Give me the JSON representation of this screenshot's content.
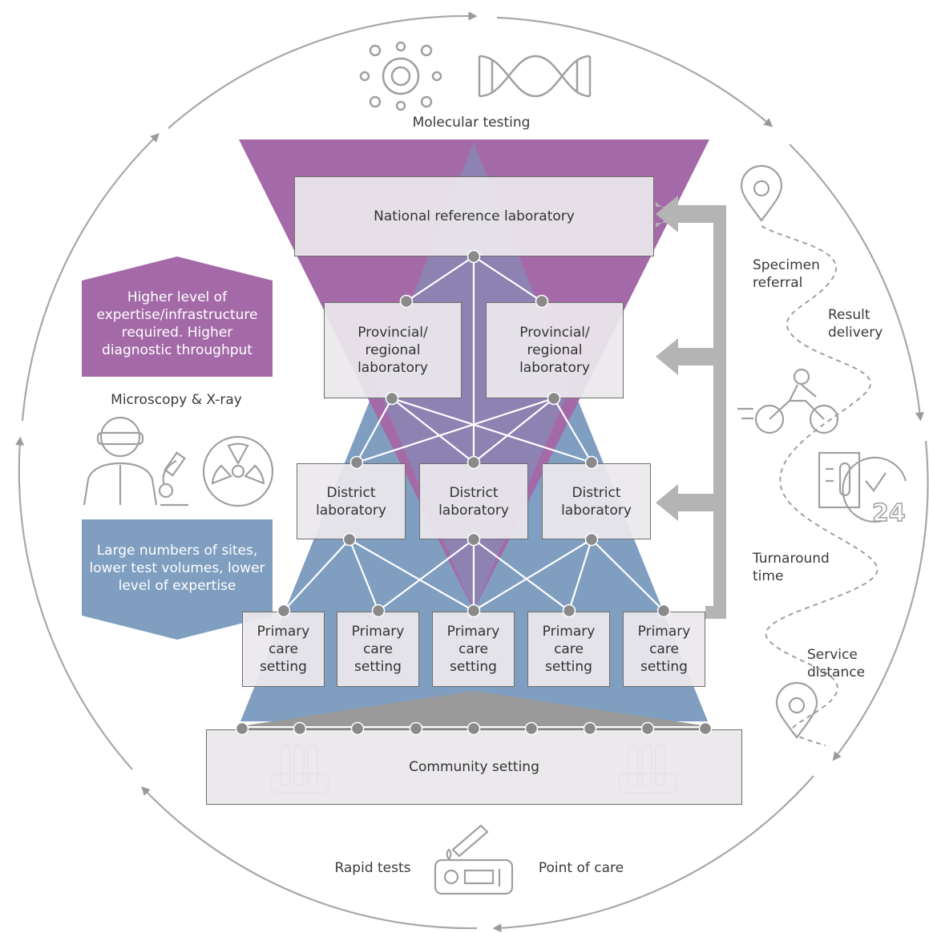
{
  "top_label": "Molecular testing",
  "mid_label": "Microscopy & X-ray",
  "bottom_left_label": "Rapid tests",
  "bottom_right_label": "Point of care",
  "panels": {
    "upper": "Higher level of expertise/infrastructure required. Higher diagnostic throughput",
    "lower": "Large numbers of sites, lower test volumes, lower level of expertise"
  },
  "tiers": {
    "national": "National reference laboratory",
    "provincial": [
      "Provincial/ regional laboratory",
      "Provincial/ regional laboratory"
    ],
    "district": [
      "District laboratory",
      "District laboratory",
      "District laboratory"
    ],
    "primary": [
      "Primary care setting",
      "Primary care setting",
      "Primary care setting",
      "Primary care setting",
      "Primary care setting"
    ],
    "community": "Community setting"
  },
  "right_labels": {
    "specimen_referral": "Specimen referral",
    "result_delivery": "Result delivery",
    "turnaround_time": "Turnaround time",
    "service_distance": "Service distance"
  },
  "icons": [
    "virus-icon",
    "dna-icon",
    "lab-worker-icon",
    "microscope-icon",
    "radiation-icon",
    "location-pin-icon",
    "motorcycle-icon",
    "test-report-icon",
    "24-hour-icon",
    "test-tube-rack-icon",
    "rapid-test-cassette-icon"
  ],
  "colors": {
    "purple": "#a46aa8",
    "blue": "#7f9ec0",
    "grey_arrow": "#b4b4b4",
    "box_fill": "#ebe8ec"
  }
}
